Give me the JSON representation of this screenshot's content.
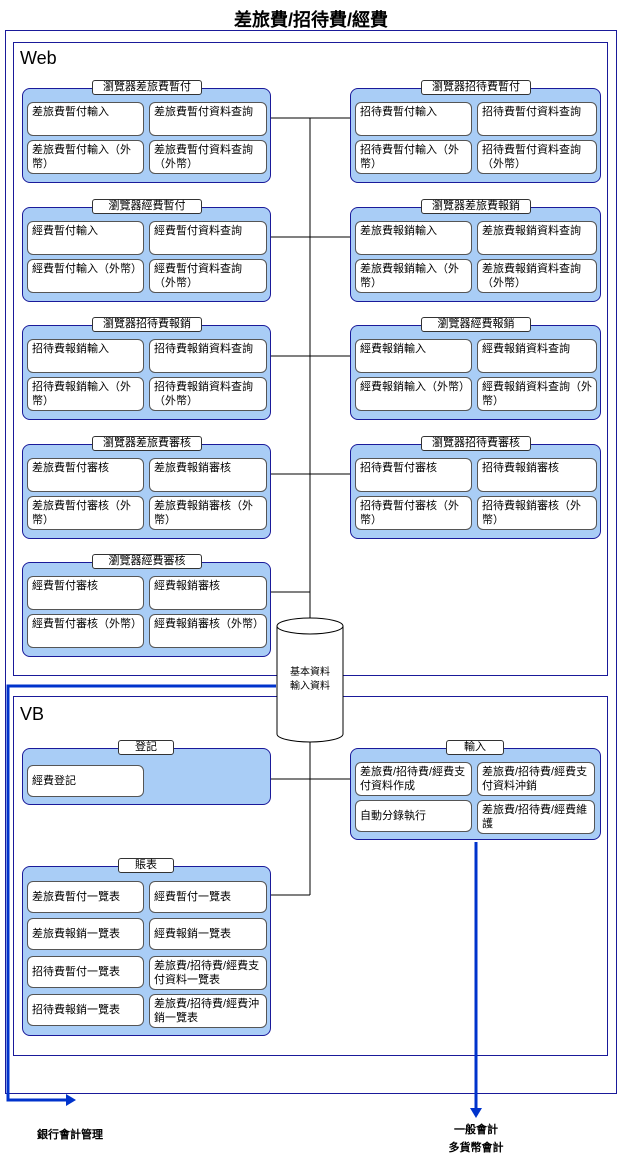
{
  "title": "差旅費/招待費/經費",
  "web": {
    "label": "Web",
    "groups": [
      {
        "title": "瀏覽器差旅費暫付",
        "items": [
          "差旅費暫付輸入",
          "差旅費暫付資料查詢",
          "差旅費暫付輸入（外幣）",
          "差旅費暫付資料查詢（外幣）"
        ]
      },
      {
        "title": "瀏覽器招待費暫付",
        "items": [
          "招待費暫付輸入",
          "招待費暫付資料查詢",
          "招待費暫付輸入（外幣）",
          "招待費暫付資料查詢（外幣）"
        ]
      },
      {
        "title": "瀏覽器經費暫付",
        "items": [
          "經費暫付輸入",
          "經費暫付資料查詢",
          "經費暫付輸入（外幣）",
          "經費暫付資料查詢（外幣）"
        ]
      },
      {
        "title": "瀏覽器差旅費報銷",
        "items": [
          "差旅費報銷輸入",
          "差旅費報銷資料查詢",
          "差旅費報銷輸入（外幣）",
          "差旅費報銷資料查詢（外幣）"
        ]
      },
      {
        "title": "瀏覽器招待費報銷",
        "items": [
          "招待費報銷輸入",
          "招待費報銷資料查詢",
          "招待費報銷輸入（外幣）",
          "招待費報銷資料查詢（外幣）"
        ]
      },
      {
        "title": "瀏覽器經費報銷",
        "items": [
          "經費報銷輸入",
          "經費報銷資料查詢",
          "經費報銷輸入（外幣）",
          "經費報銷資料查詢（外幣）"
        ]
      },
      {
        "title": "瀏覽器差旅費審核",
        "items": [
          "差旅費暫付審核",
          "差旅費報銷審核",
          "差旅費暫付審核（外幣）",
          "差旅費報銷審核（外幣）"
        ]
      },
      {
        "title": "瀏覽器招待費審核",
        "items": [
          "招待費暫付審核",
          "招待費報銷審核",
          "招待費暫付審核（外幣）",
          "招待費報銷審核（外幣）"
        ]
      },
      {
        "title": "瀏覽器經費審核",
        "items": [
          "經費暫付審核",
          "經費報銷審核",
          "經費暫付審核（外幣）",
          "經費報銷審核（外幣）"
        ]
      }
    ]
  },
  "database": {
    "line1": "基本資料",
    "line2": "輸入資料"
  },
  "vb": {
    "label": "VB",
    "register": {
      "title": "登記",
      "items": [
        "經費登記"
      ]
    },
    "input": {
      "title": "輸入",
      "items": [
        "差旅費/招待費/經費支付資料作成",
        "差旅費/招待費/經費支付資料沖銷",
        "自動分錄執行",
        "差旅費/招待費/經費維護"
      ]
    },
    "reports": {
      "title": "賬表",
      "items": [
        "差旅費暫付一覽表",
        "經費暫付一覽表",
        "差旅費報銷一覽表",
        "經費報銷一覽表",
        "招待費暫付一覽表",
        "差旅費/招待費/經費支付資料一覽表",
        "招待費報銷一覽表",
        "差旅費/招待費/經費沖銷一覽表"
      ]
    }
  },
  "outputs": {
    "bank": "銀行會計管理",
    "general1": "一般會計",
    "general2": "多貨幣會計"
  }
}
